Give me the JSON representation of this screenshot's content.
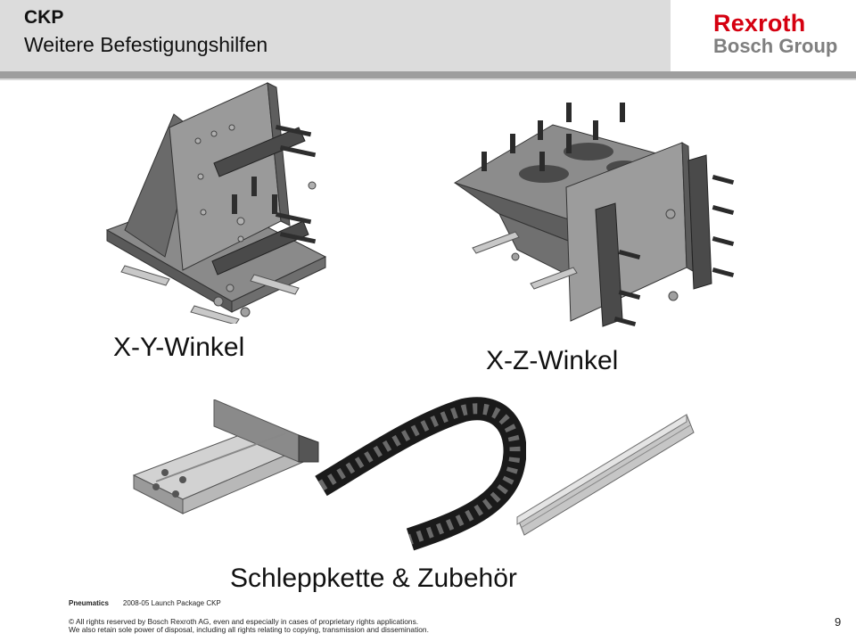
{
  "header": {
    "title": "CKP",
    "subtitle": "Weitere Befestigungshilfen"
  },
  "logo": {
    "brand": "Rexroth",
    "group": "Bosch Group"
  },
  "labels": {
    "xy": "X-Y-Winkel",
    "xz": "X-Z-Winkel",
    "chain": "Schleppkette & Zubehör"
  },
  "footer": {
    "section": "Pneumatics",
    "package": "2008-05 Launch Package CKP",
    "copyright_line1": "© All rights reserved by Bosch Rexroth AG, even and especially in cases of proprietary rights applications.",
    "copyright_line2": "We also retain sole power of disposal, including all rights relating to copying, transmission and dissemination.",
    "page_number": "9"
  },
  "colors": {
    "brand_red": "#d50010",
    "brand_gray": "#7f7f7f",
    "header_bg": "#dcdcdc",
    "rule": "#9e9e9e"
  }
}
